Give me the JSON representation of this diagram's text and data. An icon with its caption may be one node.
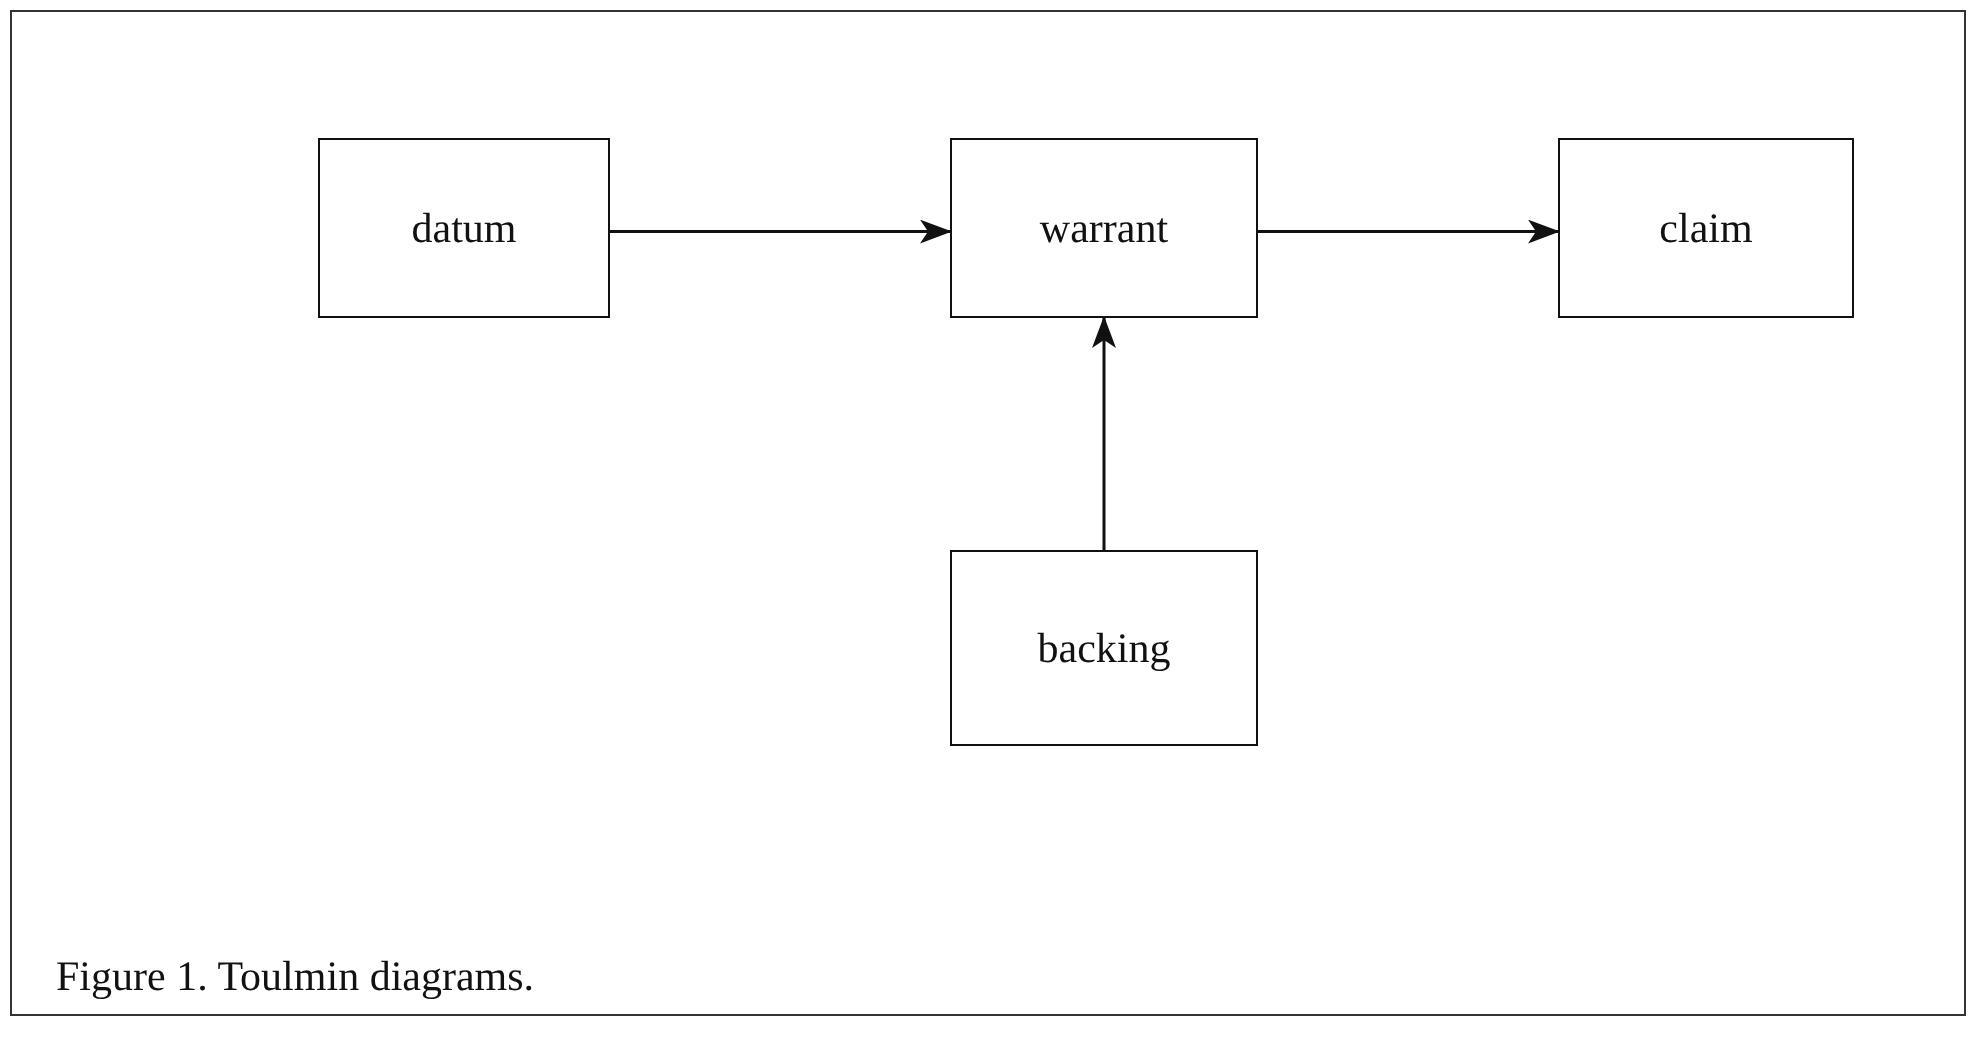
{
  "diagram": {
    "caption": "Figure 1. Toulmin diagrams.",
    "nodes": [
      {
        "text": [
          "datum"
        ]
      },
      {
        "text": [
          "warrant"
        ]
      },
      {
        "text": [
          "claim"
        ]
      },
      {
        "text": [
          "backing"
        ]
      }
    ],
    "edges": [
      {
        "from": 0,
        "to": 1,
        "arrow": "to"
      },
      {
        "from": 1,
        "to": 2,
        "arrow": "to"
      },
      {
        "from": 3,
        "to": 1,
        "arrow": "to"
      }
    ]
  }
}
